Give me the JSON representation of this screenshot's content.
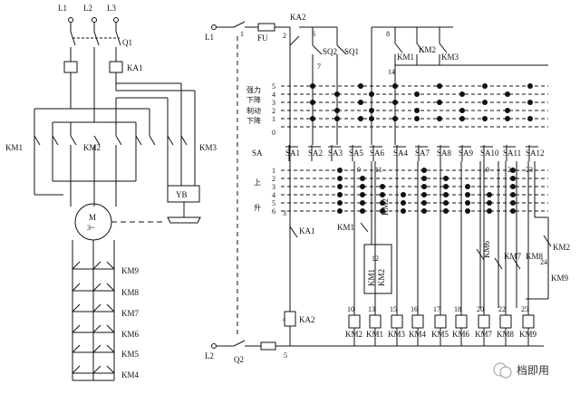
{
  "left_circuit": {
    "phases": [
      "L1",
      "L2",
      "L3"
    ],
    "main_switch": "Q1",
    "brake_contactor": "KA1",
    "contactors": [
      "KM1",
      "KM2",
      "KM3"
    ],
    "brake": "YB",
    "motor_label": "M",
    "motor_sub": "3~",
    "resistor_contactors": [
      "KM9",
      "KM8",
      "KM7",
      "KM6",
      "KM5",
      "KM4"
    ]
  },
  "right_circuit": {
    "supply_top": "L1",
    "supply_bottom": "L2",
    "fuse": "FU",
    "switch_bottom": "Q2",
    "limit_switches": [
      "SQ2",
      "SQ1"
    ],
    "top_contacts": [
      "KA2",
      "KM1",
      "KM2",
      "KM3"
    ],
    "controller_label": "SA",
    "mode_labels": [
      "强力",
      "下降",
      "制动",
      "下降"
    ],
    "up_labels": [
      "上",
      "升"
    ],
    "row_numbers_top": [
      "5",
      "4",
      "3",
      "2",
      "1"
    ],
    "row_numbers_bottom": [
      "1",
      "2",
      "3",
      "4",
      "5",
      "6"
    ],
    "sa_contacts": [
      "SA1",
      "SA2",
      "SA3",
      "SA5",
      "SA6",
      "SA4",
      "SA7",
      "SA8",
      "SA9",
      "SA10",
      "SA11",
      "SA12"
    ],
    "coils": [
      "KA2",
      "KM2",
      "KM1",
      "KM3",
      "KM4",
      "KM5",
      "KM6",
      "KM7",
      "KM8",
      "KM9"
    ],
    "coil_top_numbers": [
      "10",
      "13",
      "15",
      "16",
      "17",
      "18",
      "20",
      "22",
      "25"
    ],
    "mid_contacts": [
      "KA1",
      "KM1",
      "KM2",
      "KM6",
      "KM7",
      "KM8",
      "KM2",
      "KM9",
      "KM1",
      "KM2"
    ],
    "node_numbers": [
      "0",
      "1",
      "2",
      "3",
      "4",
      "5",
      "6",
      "7",
      "8",
      "9",
      "11",
      "12",
      "14",
      "19",
      "21",
      "23",
      "24"
    ]
  },
  "watermark": "档即用"
}
